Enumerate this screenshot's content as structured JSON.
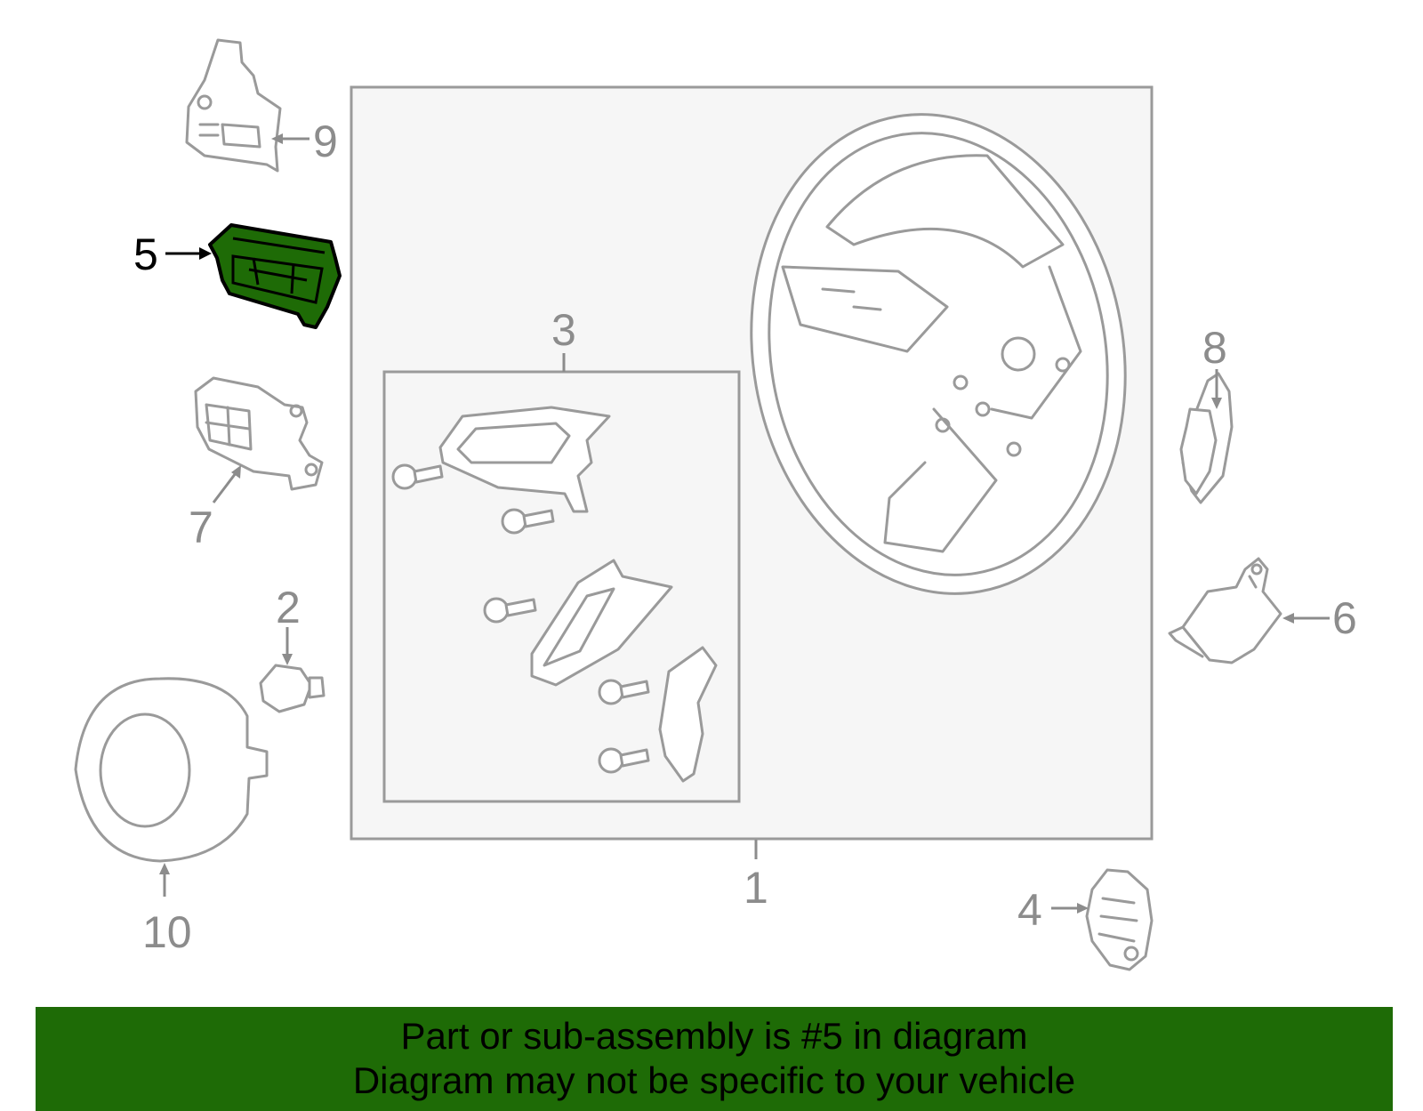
{
  "colors": {
    "highlight": "#1e6b06",
    "highlight_stroke": "#000000",
    "line": "#9a9a9a",
    "label": "#8c8c8c",
    "box_fill": "#f6f6f6",
    "banner": "#1e6b06"
  },
  "callouts": {
    "c1": "1",
    "c2": "2",
    "c3": "3",
    "c4": "4",
    "c5": "5",
    "c6": "6",
    "c7": "7",
    "c8": "8",
    "c9": "9",
    "c10": "10"
  },
  "highlighted_part": "5",
  "banner": {
    "line1": "Part or sub-assembly is #5 in diagram",
    "line2": "Diagram may not be specific to your vehicle"
  }
}
